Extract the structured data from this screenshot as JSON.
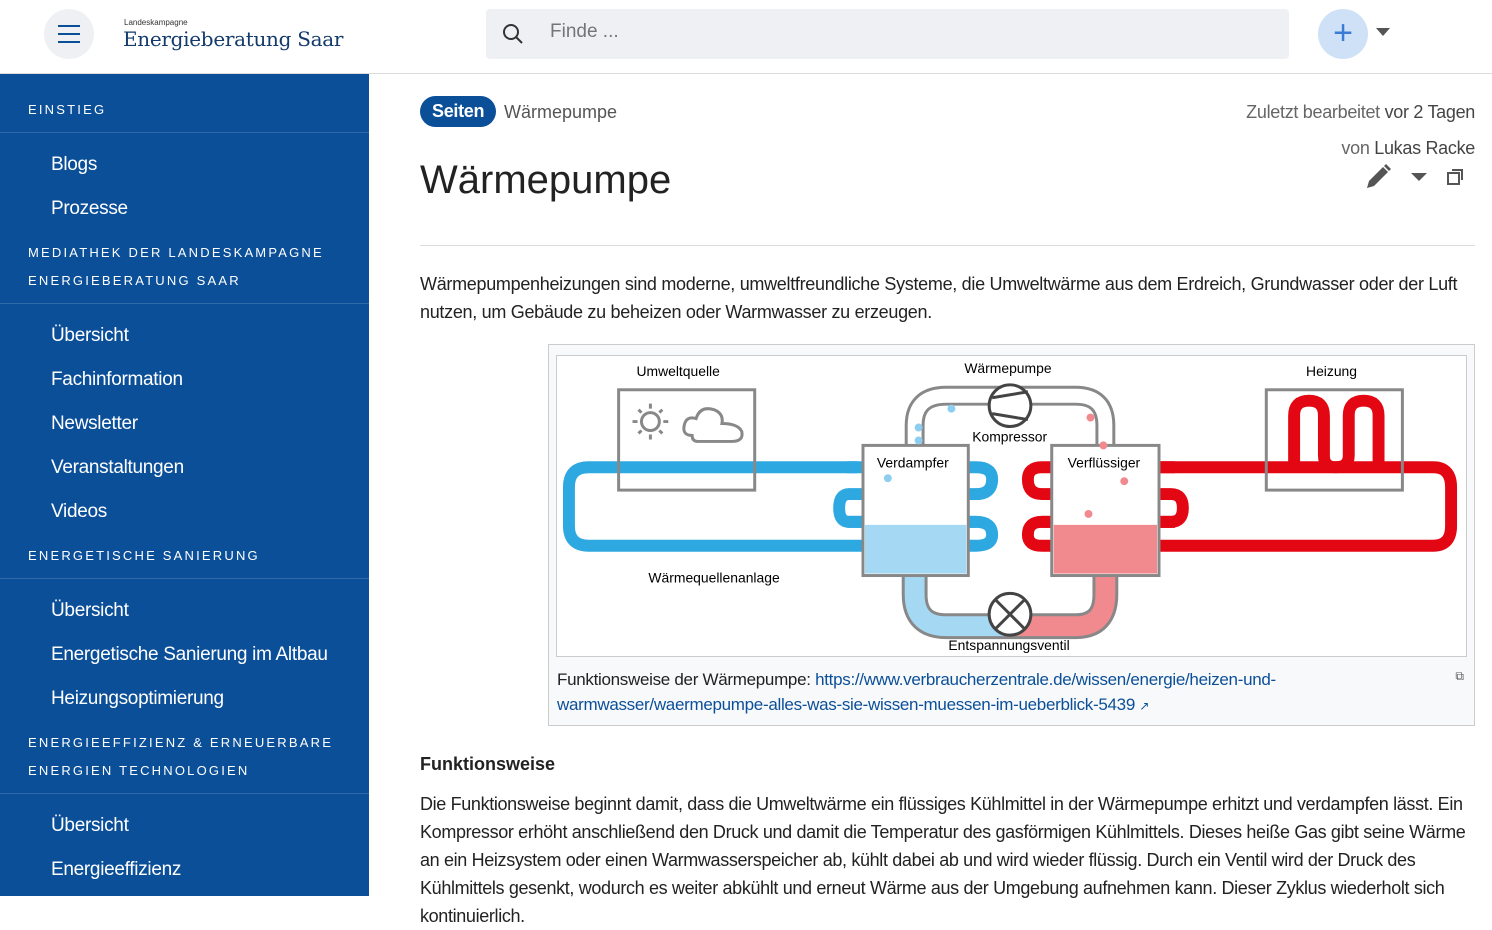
{
  "header": {
    "logo_small": "Landeskampagne",
    "logo_title": "Energieberatung Saar",
    "search_placeholder": "Finde ...",
    "add_label": "+"
  },
  "sidebar": {
    "sections": [
      {
        "title": "EINSTIEG",
        "items": [
          "Blogs",
          "Prozesse"
        ]
      },
      {
        "title": "MEDIATHEK DER LANDESKAMPAGNE ENERGIEBERATUNG SAAR",
        "items": [
          "Übersicht",
          "Fachinformation",
          "Newsletter",
          "Veranstaltungen",
          "Videos"
        ]
      },
      {
        "title": "ENERGETISCHE SANIERUNG",
        "items": [
          "Übersicht",
          "Energetische Sanierung im Altbau",
          "Heizungsoptimierung"
        ]
      },
      {
        "title": "ENERGIEEFFIZIENZ & ERNEUERBARE ENERGIEN TECHNOLOGIEN",
        "items": [
          "Übersicht",
          "Energieeffizienz"
        ]
      }
    ]
  },
  "page": {
    "badge": "Seiten",
    "breadcrumb": "Wärmepumpe",
    "edited_prefix": "Zuletzt bearbeitet",
    "edited_when": "vor 2 Tagen",
    "edited_by_prefix": "von",
    "edited_by": "Lukas Racke",
    "title": "Wärmepumpe",
    "intro": "Wärmepumpenheizungen sind moderne, umweltfreundliche Systeme, die Umweltwärme aus dem Erdreich, Grundwasser oder der Luft nutzen, um Gebäude zu beheizen oder Warmwasser zu erzeugen.",
    "figure": {
      "labels": {
        "source": "Umweltquelle",
        "pump": "Wärmepumpe",
        "heating": "Heizung",
        "compressor": "Kompressor",
        "evaporator": "Verdampfer",
        "condenser": "Verflüssiger",
        "source_system": "Wärmequellenanlage",
        "valve": "Entspannungsventil"
      },
      "caption_prefix": "Funktionsweise der Wärmepumpe:",
      "caption_link": "https://www.verbraucherzentrale.de/wissen/energie/heizen-und-warmwasser/waermepumpe-alles-was-sie-wissen-muessen-im-ueberblick-5439"
    },
    "section_title": "Funktionsweise",
    "body": "Die Funktionsweise beginnt damit, dass die Umweltwärme ein flüssiges Kühlmittel in der Wärmepumpe erhitzt und verdampfen lässt. Ein Kompressor erhöht anschließend den Druck und damit die Temperatur des gasförmigen Kühlmittels. Dieses heiße Gas gibt seine Wärme an ein Heizsystem oder einen Warmwasserspeicher ab, kühlt dabei ab und wird wieder flüssig. Durch ein Ventil wird der Druck des Kühlmittels gesenkt, wodurch es weiter abkühlt und erneut Wärme aus der Umgebung aufnehmen kann. Dieser Zyklus wiederholt sich kontinuierlich."
  },
  "colors": {
    "brand": "#0b4f99",
    "cold": "#2ea8e0",
    "hot": "#e30613"
  }
}
